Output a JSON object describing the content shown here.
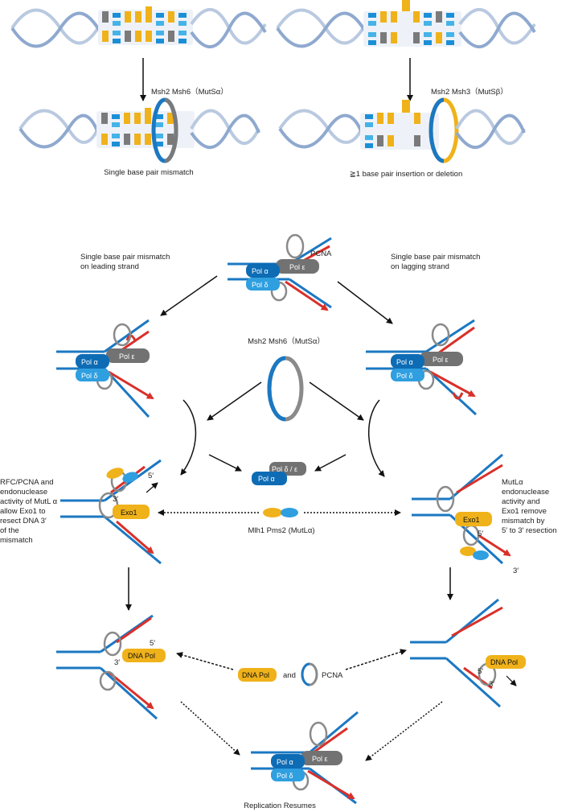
{
  "top": {
    "left_complex": "Msh2 Msh6（MutSα）",
    "right_complex": "Msh2 Msh3（MutSβ）",
    "left_caption": "Single base pair mismatch",
    "right_caption": "≧1 base pair insertion or deletion"
  },
  "pathway": {
    "pcna_label": "PCNA",
    "pol_alpha": "Pol α",
    "pol_epsilon": "Pol ε",
    "pol_delta": "Pol δ",
    "pol_delta_epsilon": "Pol δ / ε",
    "leading_note": [
      "Single base pair mismatch",
      "on leading strand"
    ],
    "lagging_note": [
      "Single base pair mismatch",
      "on lagging strand"
    ],
    "center_complex": "Msh2 Msh6（MutSα）",
    "exo1": "Exo1",
    "mlh_label": "Mlh1 Pms2 (MutLα)",
    "left_note": [
      "RFC/PCNA and",
      "endonuclease",
      "activity of MutL α",
      "allow Exo1 to",
      "resect DNA 3′",
      "of the",
      "mismatch"
    ],
    "right_note": [
      "MutLα",
      "endonuclease",
      "activity and",
      "Exo1 remove",
      "mismatch by",
      "5′ to 3′ resection"
    ],
    "five_prime": "5′",
    "three_prime": "3′",
    "dna_pol": "DNA Pol",
    "and_word": "and",
    "pcna_word": "PCNA",
    "resumes": "Replication Resumes"
  },
  "colors": {
    "strand_blue": "#1b78c2",
    "strand_red": "#d9302a",
    "helix_light": "#b9c9e0",
    "helix_mid": "#8fa9cf",
    "base_yellow": "#f0b21a",
    "base_gray": "#7a7a7a",
    "base_blue": "#1b8fd6",
    "base_lightblue": "#45b3e7",
    "pol_dark_blue": "#0e6cb5",
    "pol_light_blue": "#2f9fe0",
    "pol_gray": "#727272",
    "pcna_gray": "#8a8a8a"
  }
}
